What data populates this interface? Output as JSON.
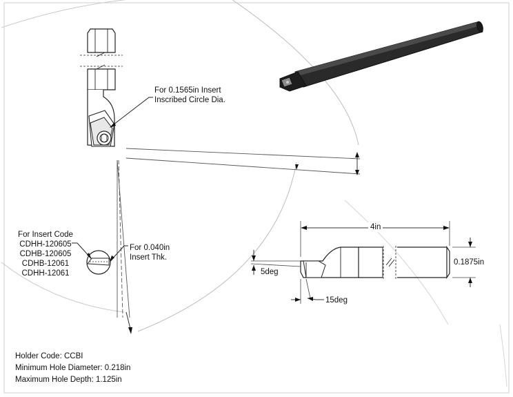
{
  "callouts": {
    "inscribed_circle": [
      "For 0.1565in Insert",
      "Inscribed Circle Dia."
    ],
    "insert_thickness": [
      "For 0.040in",
      "Insert Thk."
    ],
    "insert_code_heading": "For Insert Code",
    "insert_codes": [
      "CDHH-120605",
      "CDHB-120605",
      "CDHB-12061",
      "CDHH-12061"
    ]
  },
  "dimensions": {
    "length": "4in",
    "diameter": "0.1875in",
    "end_angle": "5deg",
    "side_angle": "15deg"
  },
  "info": {
    "holder_code": "Holder Code: CCBI",
    "min_hole_diameter": "Minimum Hole Diameter: 0.218in",
    "max_hole_depth": "Maximum Hole Depth: 1.125in"
  }
}
